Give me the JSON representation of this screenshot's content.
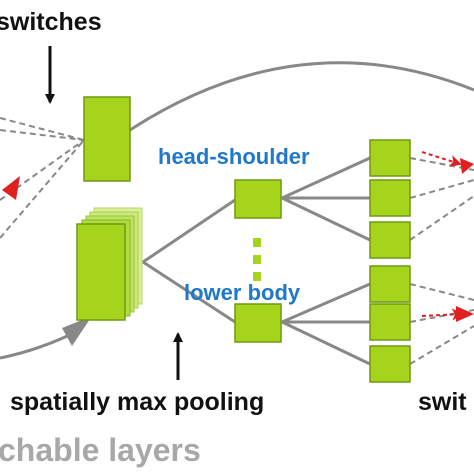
{
  "labels": {
    "switches_top": "switches",
    "head_shoulder": "head-shoulder",
    "lower_body": "lower body",
    "spatially_max_pooling": "spatially max pooling",
    "swit_partial": "swit",
    "chable_layers": "chable layers"
  },
  "colors": {
    "block_fill": "#a6d41c",
    "block_stroke": "#6e9a10",
    "branch_label": "#1f78c8",
    "connector": "#888888",
    "dashed_connector": "#888888",
    "red_arrow": "#e02020",
    "faded_text": "#a8a8a8"
  },
  "icons": {
    "dots_between_branches": "vertical-dots-icon",
    "arrow_down": "arrow-down-icon",
    "arrow_up": "arrow-up-icon",
    "gray_arrow": "gray-arrowhead-icon",
    "red_arrows": "red-arrowhead-icon"
  }
}
